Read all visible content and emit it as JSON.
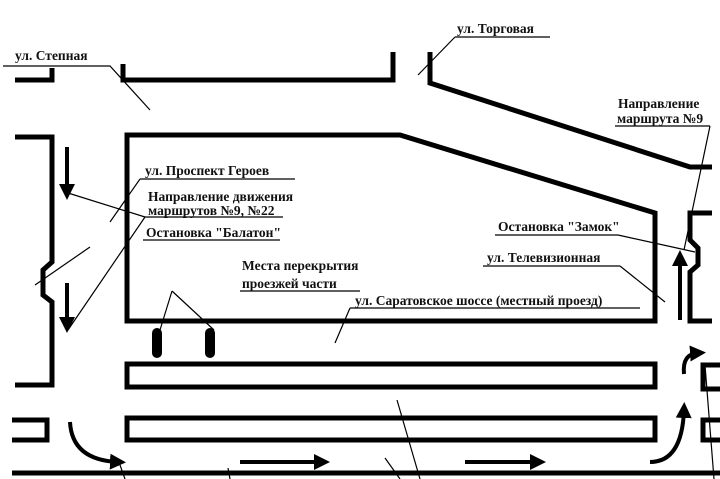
{
  "labels": {
    "stepnaya": "ул. Степная",
    "torgovaya": "ул. Торговая",
    "direction_route9_line1": "Направление",
    "direction_route9_line2": "маршрута №9",
    "prospekt_geroev": "ул. Проспект Героев",
    "direction_routes_line1": "Направление движения",
    "direction_routes_line2": "маршрутов №9, №22",
    "stop_balaton": "Остановка \"Балатон\"",
    "stop_zamok": "Остановка \"Замок\"",
    "televizionnaya": "ул. Телевизионная",
    "closure_line1": "Места перекрытия",
    "closure_line2": "проезжей части",
    "saratovskoe": "ул. Саратовское шоссе (местный проезд)"
  }
}
